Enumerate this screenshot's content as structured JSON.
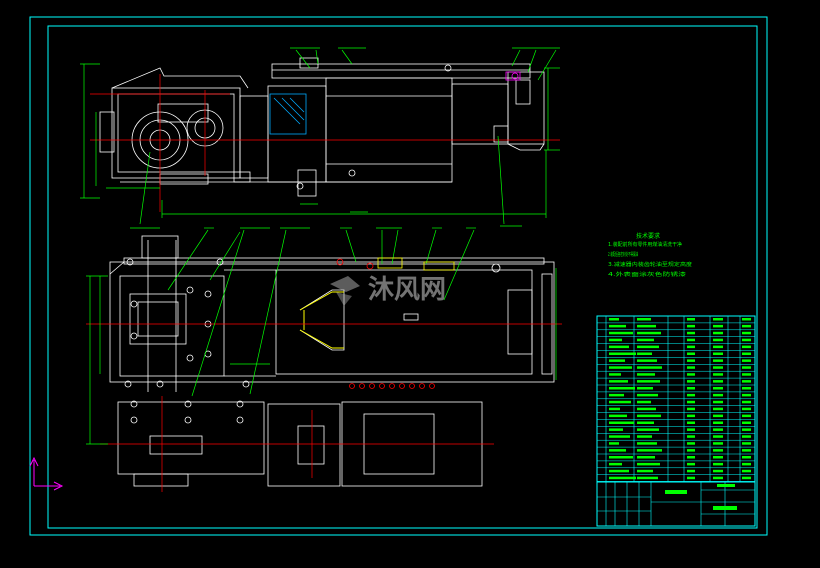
{
  "drawing": {
    "background": "#000000",
    "colors": {
      "frame": "#00ffff",
      "geometry": "#ffffff",
      "centerline": "#ff0000",
      "dimension": "#00ff00",
      "leader": "#00ff00",
      "callout": "#ffff00",
      "accent": "#ff00ff",
      "hatch": "#00aaff",
      "table_fill": "#00ff00",
      "watermark": "#ffffff"
    }
  },
  "watermark": {
    "logo_name": "mufeng-logo-icon",
    "text": "沐风网"
  },
  "notes": {
    "title": "技术要求",
    "lines": [
      "1.装配前所有零件用煤油清洗干净",
      "2.装配后各密封处不得漏油",
      "3.减速器内装齿轮油至规定高度",
      "4.外表面涂灰色防锈漆"
    ]
  },
  "parts_list": {
    "row_count": 24
  },
  "title_block": {
    "rows": 3
  },
  "ucs_icon": {
    "name": "ucs-axis-icon"
  }
}
